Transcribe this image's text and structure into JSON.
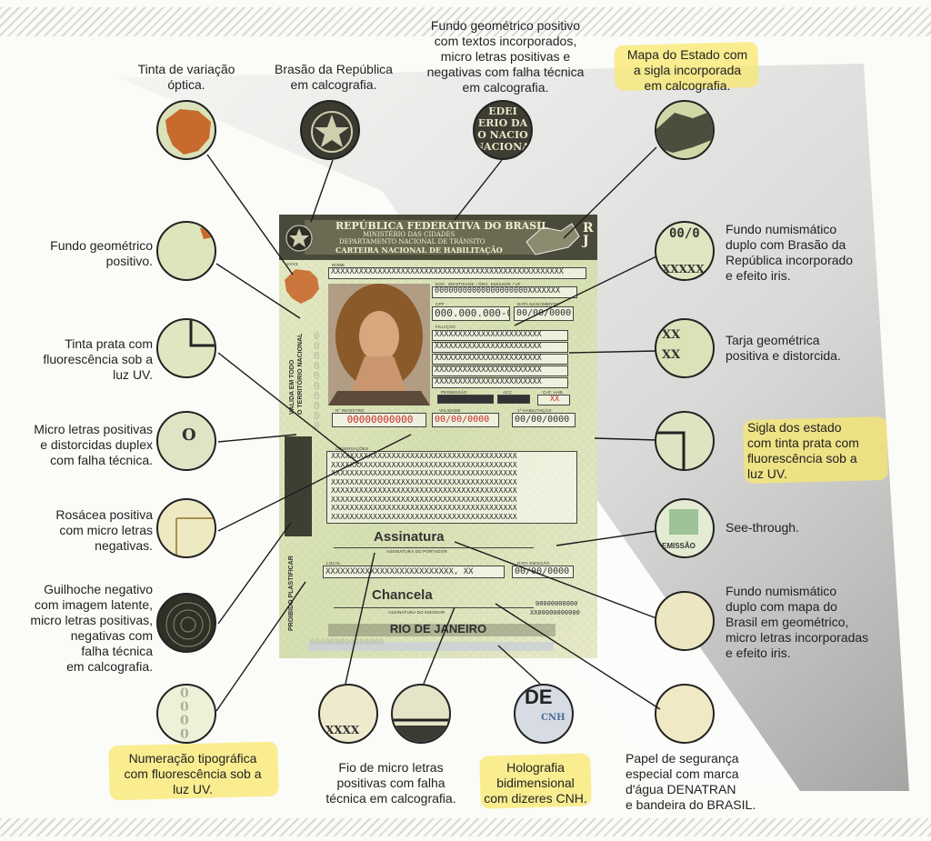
{
  "captions": {
    "tinta_variacao": "Tinta de variação\nóptica.",
    "brasao": "Brasão da República\nem calcografia.",
    "fundo_geom_textos": "Fundo geométrico positivo\ncom textos incorporados,\nmicro letras positivas e\nnegativas com falha técnica\nem calcografia.",
    "mapa_estado": "Mapa do Estado com\na sigla incorporada\nem calcografia.",
    "fundo_geom_positivo": "Fundo geométrico\npositivo.",
    "tinta_prata": "Tinta prata com\nfluorescência sob a\nluz UV.",
    "micro_letras_duplex": "Micro letras positivas\ne distorcidas duplex\ncom falha técnica.",
    "rosacea": "Rosácea positiva\ncom micro letras\nnegativas.",
    "guilhoche": "Guilhoche negativo\ncom imagem latente,\nmicro letras positivas,\nnegativas com\nfalha técnica\nem calcografia.",
    "numeracao": "Numeração tipográfica\ncom fluorescência sob a\nluz UV.",
    "fio_micro": "Fio de micro letras\npositivas com falha\ntécnica em calcografia.",
    "holografia": "Holografia\nbidimensional\ncom dizeres CNH.",
    "papel_seguranca": "Papel de segurança\nespecial com marca\nd'água DENATRAN\ne bandeira do BRASIL.",
    "fundo_numis_brasao": "Fundo numismático\nduplo com Brasão da\nRepública incorporado\ne efeito iris.",
    "tarja": "Tarja geométrica\npositiva e distorcida.",
    "sigla_estado": "Sigla dos estado\ncom tinta prata com\nfluorescência sob a\nluz UV.",
    "see_through": "See-through.",
    "fundo_numis_mapa": "Fundo numismático\nduplo com mapa do\nBrasil em geométrico,\nmicro letras incorporadas\ne efeito iris."
  },
  "circle_texts": {
    "fundo_text": "EDEI\nERIO DA\nO NACIO\nNACIONAL",
    "numis_top": "00/0",
    "numis_bottom": "XXXXX",
    "tarja": "XX\nXX",
    "micro": "O",
    "see_through": "EMISSÃO",
    "fio": "XXXX",
    "holo": "DE",
    "holo_sub": "CNH",
    "numeracao": "0000"
  },
  "card": {
    "header_1": "REPÚBLICA FEDERATIVA DO BRASIL",
    "header_2": "MINISTÉRIO DAS CIDADES",
    "header_3": "DEPARTAMENTO NACIONAL DE TRÂNSITO",
    "header_4": "CARTEIRA NACIONAL DE HABILITAÇÃO",
    "state": "RJ",
    "small_xxxx": "XXXX",
    "nome_label": "NOME",
    "nome_value": "XXXXXXXXXXXXXXXXXXXXXXXXXXXXXXXXXXXXXXXXXXXXXXXXXX",
    "doc_label": "DOC. IDENTIDADE / ÓRG. EMISSOR / UF",
    "doc_value": "00000000000000000000XXXXXXX",
    "cpf_label": "CPF",
    "cpf_value": "000.000.000-00",
    "nasc_label": "DATA NASCIMENTO",
    "nasc_value": "00/00/0000",
    "filiacao_label": "FILIAÇÃO",
    "filiacao_values": [
      "XXXXXXXXXXXXXXXXXXXXXXX",
      "XXXXXXXXXXXXXXXXXXXXXXX",
      "XXXXXXXXXXXXXXXXXXXXXXX",
      "XXXXXXXXXXXXXXXXXXXXXXX",
      "XXXXXXXXXXXXXXXXXXXXXXX"
    ],
    "permissao_label": "PERMISSÃO",
    "acc_label": "ACC",
    "cat_label": "CAT. HAB.",
    "cat_value": "XX",
    "registro_label": "Nº REGISTRO",
    "registro_value": "00000000000",
    "validade_label": "VALIDADE",
    "validade_value": "00/00/0000",
    "habilitacao_label": "1ª HABILITAÇÃO",
    "habilitacao_value": "00/00/0000",
    "obs_label": "OBSERVAÇÕES",
    "obs_values": [
      "XXXXXXXXXXXXXXXXXXXXXXXXXXXXXXXXXXXXXXXX",
      "XXXXXXXXXXXXXXXXXXXXXXXXXXXXXXXXXXXXXXXX",
      "XXXXXXXXXXXXXXXXXXXXXXXXXXXXXXXXXXXXXXXX",
      "XXXXXXXXXXXXXXXXXXXXXXXXXXXXXXXXXXXXXXXX",
      "XXXXXXXXXXXXXXXXXXXXXXXXXXXXXXXXXXXXXXXX",
      "XXXXXXXXXXXXXXXXXXXXXXXXXXXXXXXXXXXXXXXX",
      "XXXXXXXXXXXXXXXXXXXXXXXXXXXXXXXXXXXXXXXX",
      "XXXXXXXXXXXXXXXXXXXXXXXXXXXXXXXXXXXXXXXX"
    ],
    "assinatura": "Assinatura",
    "assinatura_label": "ASSINATURA DO PORTADOR",
    "local_label": "LOCAL",
    "local_value": "XXXXXXXXXXXXXXXXXXXXXXXXXX, XX",
    "emissao_label": "DATA EMISSÃO",
    "emissao_value": "00/00/0000",
    "chancela": "Chancela",
    "chancela_label": "ASSINATURA DO EMISSOR",
    "city": "RIO DE JANEIRO",
    "serial_1": "00000000000",
    "serial_2": "XX00000000000",
    "valida_text": "VÁLIDA EM TODO\nO TERRITÓRIO NACIONAL",
    "proibido_text": "PROIBIDO PLASTIFICAR",
    "numeracao_left": "0000000000",
    "numeracao_bottom": "000000000000000"
  },
  "colors": {
    "highlight": "#f8e86e",
    "card_bg": "#dfe6bd",
    "card_header": "#4a4a3a",
    "map_orange": "#c8692e",
    "field_red": "#cc2b2b",
    "line": "#1a1a1a"
  }
}
